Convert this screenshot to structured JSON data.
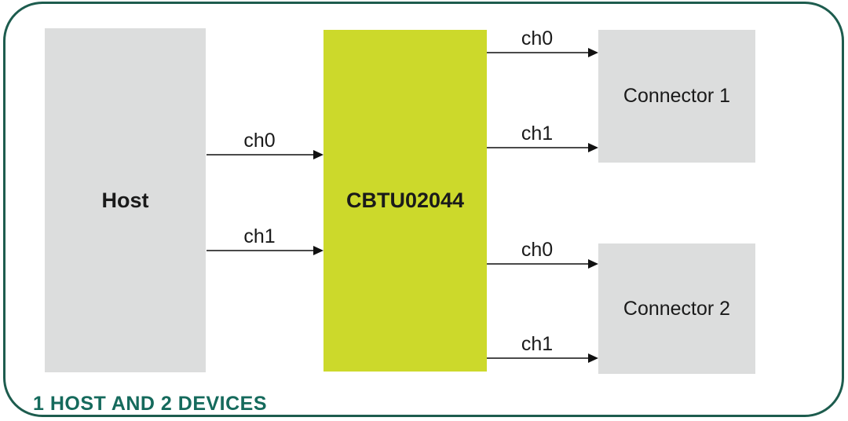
{
  "diagram": {
    "caption": "1 HOST AND 2 DEVICES",
    "boxes": {
      "host": {
        "label": "Host"
      },
      "chip": {
        "label": "CBTU02044"
      },
      "connector1": {
        "label": "Connector 1"
      },
      "connector2": {
        "label": "Connector 2"
      }
    },
    "arrows": [
      {
        "from": "host",
        "to": "chip",
        "label": "ch0"
      },
      {
        "from": "host",
        "to": "chip",
        "label": "ch1"
      },
      {
        "from": "chip",
        "to": "connector1",
        "label": "ch0"
      },
      {
        "from": "chip",
        "to": "connector1",
        "label": "ch1"
      },
      {
        "from": "chip",
        "to": "connector2",
        "label": "ch0"
      },
      {
        "from": "chip",
        "to": "connector2",
        "label": "ch1"
      }
    ],
    "colors": {
      "chip_fill": "#ccd92b",
      "box_fill": "#dcdddd",
      "frame_border": "#1d5c4e",
      "caption_text": "#156a5c",
      "arrow_line": "#4a4a4a",
      "arrow_head": "#111111"
    }
  }
}
